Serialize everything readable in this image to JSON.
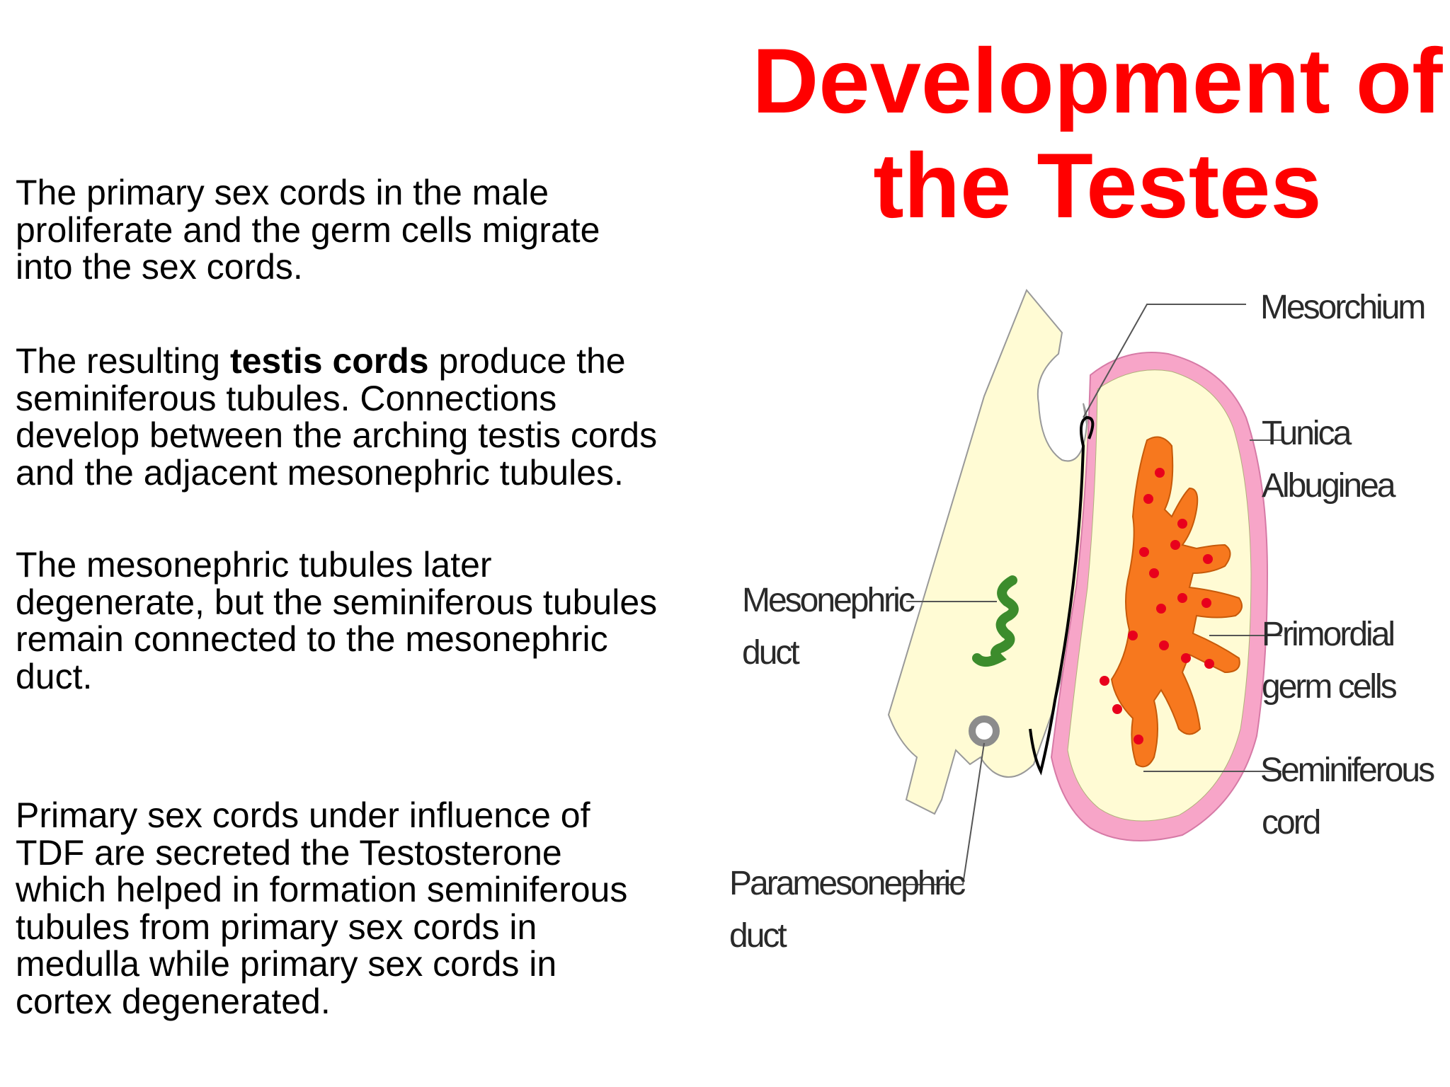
{
  "title": {
    "line1": "Development of",
    "line2": "the Testes"
  },
  "paragraphs": {
    "p1": {
      "lines": [
        "The primary sex cords in the male",
        "proliferate and the germ cells migrate",
        "into the sex cords."
      ]
    },
    "p2": {
      "line1_before": "The resulting ",
      "line1_bold": "testis cords",
      "line1_after": " produce the",
      "lines": [
        "seminiferous tubules. Connections",
        "develop between the arching testis cords",
        "and the adjacent mesonephric tubules."
      ]
    },
    "p3": {
      "lines": [
        "The mesonephric tubules later",
        "degenerate, but the seminiferous tubules",
        "remain connected to the mesonephric",
        "duct."
      ]
    },
    "p4": {
      "lines": [
        "Primary sex cords under influence of",
        "TDF are secreted the Testosterone",
        "which helped in formation seminiferous",
        "tubules from primary sex cords in",
        "medulla while primary sex cords in",
        "cortex degenerated."
      ]
    }
  },
  "diagram": {
    "labels": {
      "mesorchium": "Mesorchium",
      "tunica_1": "Tunica",
      "tunica_2": "Albuginea",
      "primordial_1": "Primordial",
      "primordial_2": "germ cells",
      "seminiferous_1": "Seminiferous",
      "seminiferous_2": "cord",
      "mesonephric_1": "Mesonephric",
      "mesonephric_2": "duct",
      "paramesonephric_1": "Paramesonephric",
      "paramesonephric_2": "duct"
    },
    "colors": {
      "background_cream": "#fffbd4",
      "tunica_pink": "#f7a5c8",
      "cord_orange": "#f7781e",
      "germ_cell_red": "#e8001c",
      "mesonephric_green": "#3c8c2c",
      "paramesonephric_gray": "#8c8c8c",
      "title_red": "#ff0000"
    }
  }
}
